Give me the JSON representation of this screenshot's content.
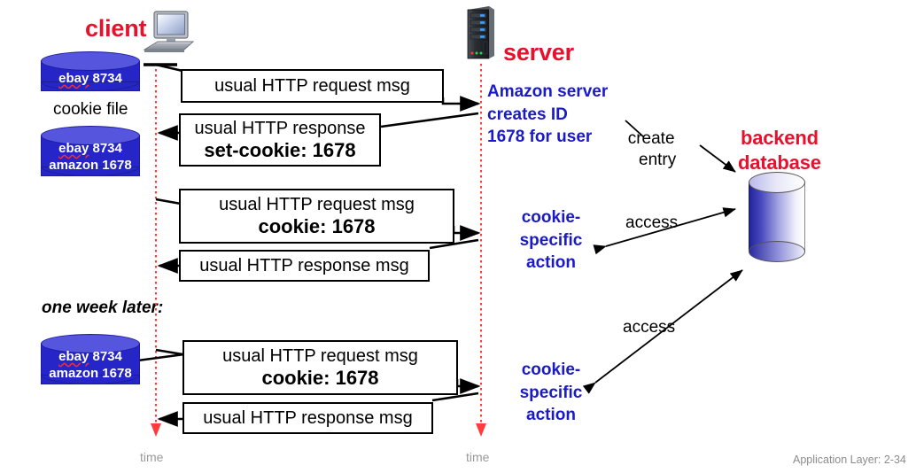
{
  "slide": {
    "footer": "Application Layer: 2-34",
    "client_label": "client",
    "server_label": "server",
    "cookie_file_label": "cookie file",
    "one_week_later": "one week later:",
    "time_label_client": "time",
    "time_label_server": "time",
    "backend_db_line1": "backend",
    "backend_db_line2": "database"
  },
  "colors": {
    "red_heading": "#e8112d",
    "blue_text": "#1a1ac8",
    "cookie_cylinder": "#2626c8",
    "timeline_red": "#ff3b3b",
    "footer_gray": "#8c8c8c"
  },
  "cookie_files": [
    {
      "name": "cookie-file-initial",
      "lines": [
        "ebay 8734"
      ]
    },
    {
      "name": "cookie-file-after-set-cookie",
      "lines": [
        "ebay 8734",
        "amazon 1678"
      ]
    },
    {
      "name": "cookie-file-one-week-later",
      "lines": [
        "ebay 8734",
        "amazon 1678"
      ]
    }
  ],
  "messages": [
    {
      "id": "req-1",
      "line1": "usual HTTP request msg",
      "line2": ""
    },
    {
      "id": "resp-1",
      "line1": "usual HTTP response",
      "line2": "set-cookie: 1678"
    },
    {
      "id": "req-2",
      "line1": "usual HTTP request msg",
      "line2": "cookie: 1678"
    },
    {
      "id": "resp-2",
      "line1": "usual HTTP response msg",
      "line2": ""
    },
    {
      "id": "req-3",
      "line1": "usual HTTP request msg",
      "line2": "cookie: 1678"
    },
    {
      "id": "resp-3",
      "line1": "usual HTTP response msg",
      "line2": ""
    }
  ],
  "server_notes": [
    {
      "id": "create-id",
      "lines": [
        "Amazon server",
        "creates ID",
        "1678 for user"
      ]
    },
    {
      "id": "cookie-action-1",
      "lines": [
        "cookie-",
        "specific",
        "action"
      ]
    },
    {
      "id": "cookie-action-2",
      "lines": [
        "cookie-",
        "specific",
        "action"
      ]
    }
  ],
  "db_actions": [
    {
      "id": "create-entry",
      "lines": [
        "create",
        "entry"
      ]
    },
    {
      "id": "access-1",
      "lines": [
        "access"
      ]
    },
    {
      "id": "access-2",
      "lines": [
        "access"
      ]
    }
  ]
}
